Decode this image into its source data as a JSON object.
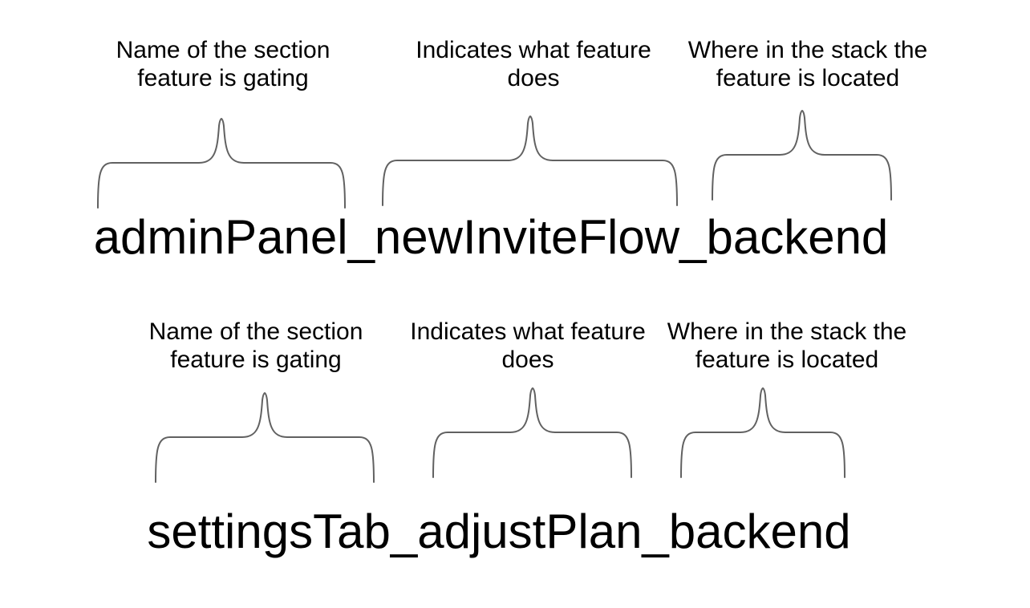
{
  "page": {
    "background_color": "#ffffff",
    "brace_color": "#616161",
    "text_color": "#000000"
  },
  "groups": [
    {
      "flag_name": "adminPanel_newInviteFlow_backend",
      "labels": [
        {
          "line1": "Name of the section",
          "line2": "feature is gating"
        },
        {
          "line1": "Indicates what feature",
          "line2": "does"
        },
        {
          "line1": "Where in the stack the",
          "line2": "feature is located"
        }
      ]
    },
    {
      "flag_name": "settingsTab_adjustPlan_backend",
      "labels": [
        {
          "line1": "Name of the section",
          "line2": "feature is gating"
        },
        {
          "line1": "Indicates what feature",
          "line2": "does"
        },
        {
          "line1": "Where in the stack the",
          "line2": "feature is located"
        }
      ]
    }
  ]
}
